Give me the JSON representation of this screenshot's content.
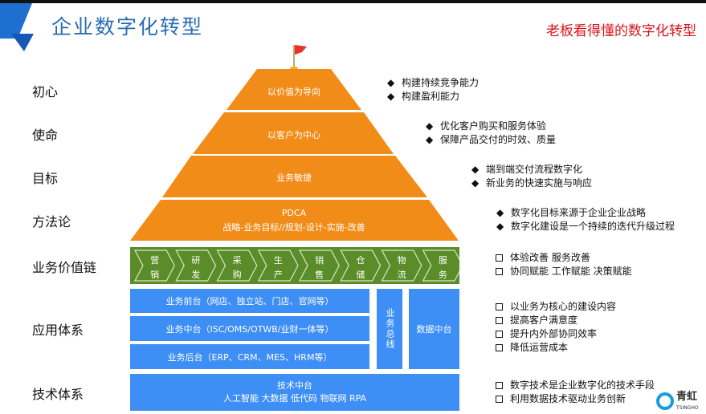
{
  "header": {
    "title": "企业数字化转型",
    "subtitle": "老板看得懂的数字化转型"
  },
  "colors": {
    "pyramid": "#f28c18",
    "chain": "#5b8c2a",
    "blue": "#3d8ef5",
    "flag": "#e8322a"
  },
  "rows": [
    {
      "label": "初心",
      "content": "以价值为导向",
      "bullets": [
        "构建持续竞争能力",
        "构建盈利能力"
      ],
      "marker": "diamond"
    },
    {
      "label": "使命",
      "content": "以客户为中心",
      "bullets": [
        "优化客户购买和服务体验",
        "保障产品交付的时效、质量"
      ],
      "marker": "diamond"
    },
    {
      "label": "目标",
      "content": "业务敏捷",
      "bullets": [
        "端到端交付流程数字化",
        "新业务的快速实施与响应"
      ],
      "marker": "diamond"
    },
    {
      "label": "方法论",
      "content": "PDCA",
      "content2": "战略-业务目标//规划-设计-实施-改善",
      "bullets": [
        "数字化目标来源于企业企业战略",
        "数字化建设是一个持续的迭代升级过程"
      ],
      "marker": "diamond"
    },
    {
      "label": "业务价值链",
      "bullets": [
        "体验改善 服务改善",
        "协同赋能 工作赋能 决策赋能"
      ],
      "marker": "square"
    },
    {
      "label": "应用体系",
      "bullets": [
        "以业务为核心的建设内容",
        "提高客户满意度",
        "提升内外部协同效率",
        "降低运营成本"
      ],
      "marker": "square"
    },
    {
      "label": "技术体系",
      "bullets": [
        "数字技术是企业数字化的技术手段",
        "利用数据技术驱动业务创新"
      ],
      "marker": "square"
    }
  ],
  "value_chain": [
    "营销",
    "研发",
    "采购",
    "生产",
    "销售",
    "仓储",
    "物流",
    "服务"
  ],
  "apps": {
    "front": "业务前台（网店、独立站、门店、官网等）",
    "middle": "业务中台（ISC/OMS/OTWB/业财一体等）",
    "back": "业务后台（ERP、CRM、MES、HRM等）",
    "bus": "业务总线",
    "data": "数据中台"
  },
  "tech": {
    "title": "技术中台",
    "items": "人工智能 大数据 低代码 物联网 RPA"
  },
  "logo": {
    "text": "青虹",
    "sub": "TSINGHO"
  }
}
